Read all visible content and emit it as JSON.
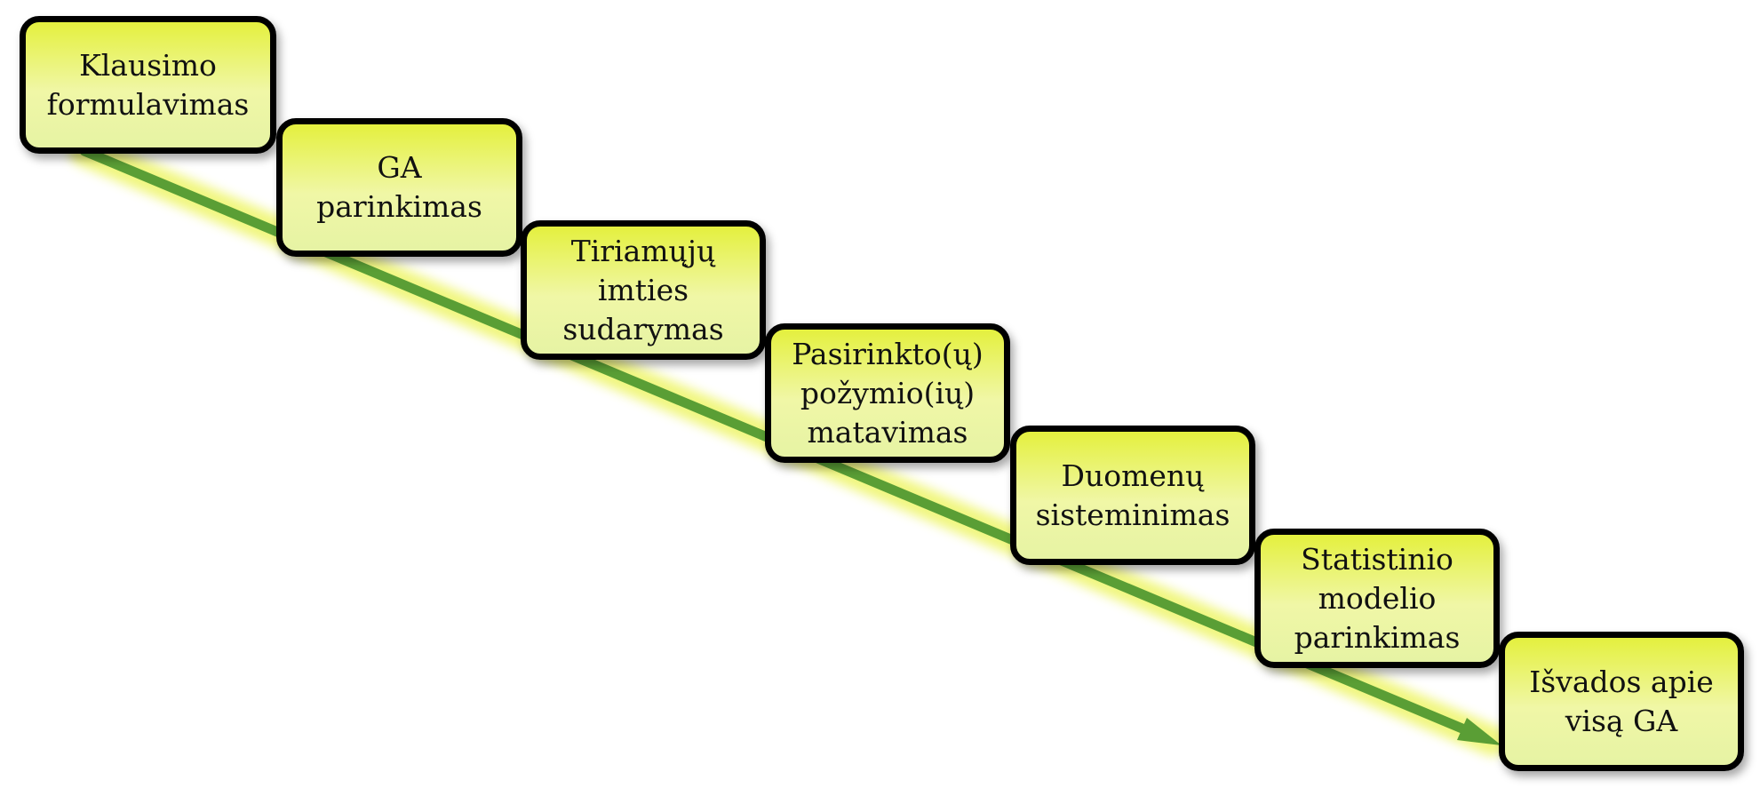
{
  "diagram": {
    "arrow_color": "#5a9e35",
    "glow_color": "#eef56a",
    "box_fill_top": "#e4f03e",
    "box_fill_bottom": "#e6f3a4",
    "steps": [
      {
        "lines": [
          "Klausimo",
          "formulavimas"
        ]
      },
      {
        "lines": [
          "GA",
          "parinkimas"
        ]
      },
      {
        "lines": [
          "Tiriamųjų",
          "imties",
          "sudarymas"
        ]
      },
      {
        "lines": [
          "Pasirinkto(ų)",
          "požymio(ių)",
          "matavimas"
        ]
      },
      {
        "lines": [
          "Duomenų",
          "sisteminimas"
        ]
      },
      {
        "lines": [
          "Statistinio",
          "modelio",
          "parinkimas"
        ]
      },
      {
        "lines": [
          "Išvados apie",
          "visą GA"
        ]
      }
    ]
  }
}
